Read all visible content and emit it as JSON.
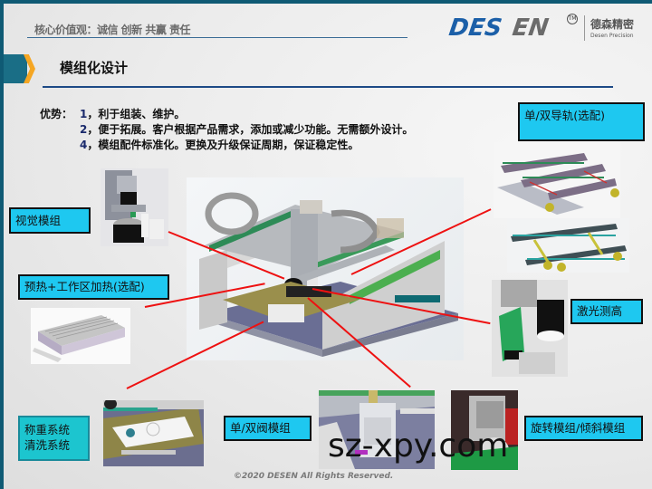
{
  "header": {
    "core_values": "核心价值观：诚信 创新 共赢 责任",
    "logo": {
      "part1": "DES",
      "part2": "EN",
      "tm": "TM",
      "cn_name": "德森精密",
      "en_name": "Desen Precision"
    }
  },
  "title": "模组化设计",
  "advantages": {
    "label": "优势：",
    "items": [
      {
        "num": "1",
        "text": "，利于组装、维护。"
      },
      {
        "num": "2",
        "text": "，便于拓展。客户根据产品需求，添加或减少功能。无需额外设计。"
      },
      {
        "num": "4",
        "text": "，模组配件标准化。更换及升级保证周期，保证稳定性。"
      }
    ]
  },
  "callouts": {
    "vision": "视觉模组",
    "preheat": "预热+工作区加热(选配)",
    "weighing_line1": "称重系统",
    "weighing_line2": "清洗系统",
    "valve": "单/双阀模组",
    "rail": "单/双导轨(选配)",
    "laser": "激光测高",
    "rotation": "旋转模组/倾斜模组"
  },
  "images": {
    "main_machine": "dispensing-machine-3d-render",
    "vision_module": "vision-module-render",
    "heater_module": "heater-plate-render",
    "weighing_module": "weighing-cleaning-render",
    "valve_module": "valve-module-render",
    "rotation_module": "rotation-module-photo",
    "dual_rail": "dual-rail-render",
    "single_rail": "single-rail-render",
    "laser_module": "laser-height-sensor-render"
  },
  "colors": {
    "label_bg": "#1ec8f0",
    "teal_label_bg": "#1cc5cf",
    "accent_line": "#1d4a86",
    "chevron": "#f5a623",
    "callout_line": "#ee1111"
  },
  "watermark": "sz-xpy.com",
  "footer": {
    "copyright": "©2020 DESEN All Rights Reserved."
  }
}
